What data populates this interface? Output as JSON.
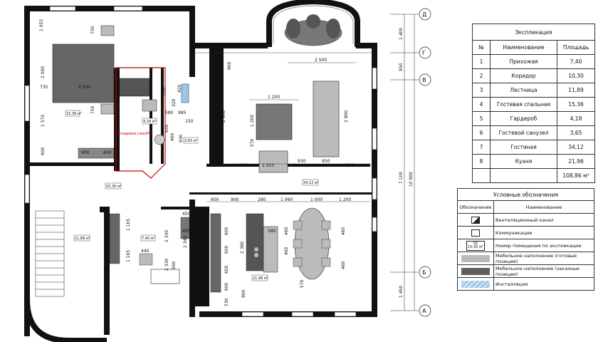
{
  "explication": {
    "title": "Экспликация",
    "headers": [
      "№",
      "Наименование",
      "Площадь"
    ],
    "rows": [
      {
        "n": "1",
        "name": "Прихожая",
        "area": "7,40"
      },
      {
        "n": "2",
        "name": "Коридор",
        "area": "10,30"
      },
      {
        "n": "3",
        "name": "Лестница",
        "area": "11,89"
      },
      {
        "n": "4",
        "name": "Гостевая спальная",
        "area": "15,36"
      },
      {
        "n": "5",
        "name": "Гардероб",
        "area": "4,18"
      },
      {
        "n": "6",
        "name": "Гостевой санузел",
        "area": "3,65"
      },
      {
        "n": "7",
        "name": "Гостиная",
        "area": "34,12"
      },
      {
        "n": "8",
        "name": "Кухня",
        "area": "21,96"
      }
    ],
    "total": "108,86 м²"
  },
  "legend": {
    "title": "Условные обозначения",
    "col_symbol": "Обозначение",
    "col_name": "Наименование",
    "rows": [
      {
        "icon": "vent-duct-icon",
        "label": "Вентиляционный канал"
      },
      {
        "icon": "utilities-icon",
        "label": "Коммуникации"
      },
      {
        "icon": "room-number-icon",
        "label": "Номер помещения по экспликации",
        "tag_num": "02",
        "tag_area": "10,30 м²"
      },
      {
        "icon": "ready-furniture-swatch",
        "label": "Мебельное наполнение (готовые позиции)",
        "color": "#b9b9b9"
      },
      {
        "icon": "custom-furniture-swatch",
        "label": "Мебельное наполнение (заказные позиции)",
        "color": "#606060"
      },
      {
        "icon": "installation-swatch",
        "label": "Инсталляция",
        "color": "#9fc6ea"
      }
    ]
  },
  "axes": [
    {
      "id": "Д"
    },
    {
      "id": "Г"
    },
    {
      "id": "В"
    },
    {
      "id": "Б"
    },
    {
      "id": "А"
    }
  ],
  "axis_dims": {
    "dg": "1 400",
    "gv": "950",
    "total": "10 900",
    "vb": "7 100",
    "ba": "1 450"
  },
  "red_note": "Кладовая уже(РП)",
  "room_tags": {
    "r4": "15,36 м²",
    "r5": "4,18 м²",
    "r6": "3,65 м²",
    "r2": "10,30 м²",
    "r7": "34,12 м²",
    "r3": "11,89 м²",
    "r1": "7,40 м²",
    "r8": "21,96 м²"
  },
  "dims": {
    "bed_top_1055": "1 055",
    "bed_750": "750",
    "bed_2000": "2 000",
    "bed_735": "735",
    "bed_2200": "2 200",
    "bed_1570": "1 570",
    "bed_600": "600",
    "bed_900": "900",
    "bed_600b": "600",
    "wc_200": "200",
    "wc_420": "420",
    "wc_320": "320",
    "wc_580": "580",
    "wc_985": "985",
    "wc_150": "150",
    "wc_650": "650",
    "wc_460": "460",
    "wc_930": "930",
    "wc_650b": "650",
    "lv_900": "900",
    "lv_2500": "2 500",
    "lv_1200": "1 200",
    "lv_1200v": "1 200",
    "lv_2960": "2 960",
    "lv_2800": "2 800",
    "lv_570": "570",
    "lv_650": "650",
    "lv_1230": "1 230",
    "lv_1010": "1 010",
    "lv_930": "930",
    "lv_950": "950",
    "lv_800": "800",
    "k_600": "600",
    "k_900": "900",
    "k_280": "280",
    "k_1060": "1 060",
    "k_1000": "1 000",
    "k_1200": "1 200",
    "k_450": "450",
    "k_2330": "2 330",
    "k_400": "400",
    "k_2340": "2 340",
    "k_580": "580",
    "k_2380": "2 380",
    "k_600b": "600",
    "k_600c": "600",
    "k_600d": "600",
    "k_600e": "600",
    "k_530": "530",
    "k_900b": "900",
    "k_460": "460",
    "k_460b": "460",
    "k_460c": "460",
    "k_460d": "460",
    "k_570": "570",
    "h_1165": "1 165",
    "h_1165b": "1 165",
    "h_440": "440",
    "h_2330": "2 330",
    "h_560": "560"
  }
}
